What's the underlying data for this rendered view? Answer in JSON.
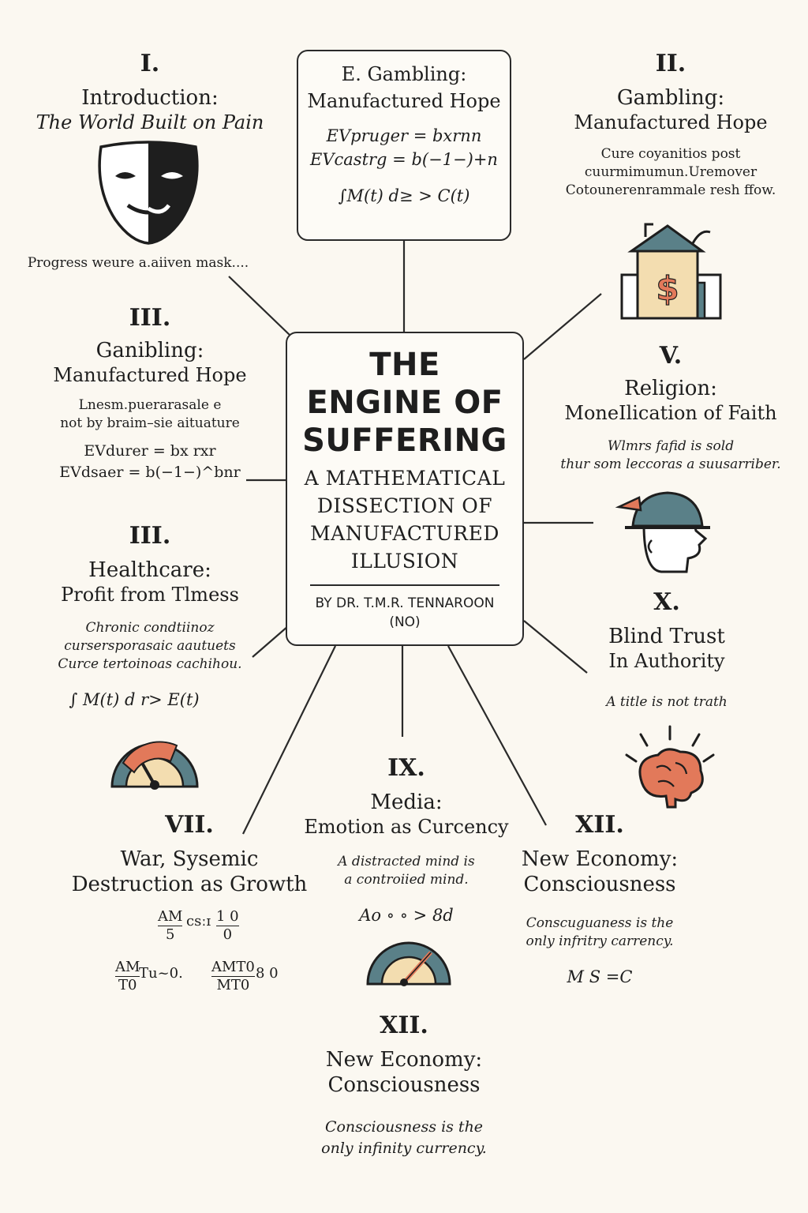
{
  "center": {
    "title_1": "THE",
    "title_2": "ENGINE OF",
    "title_3": "SUFFERING",
    "subtitle_1": "A MATHEMATICAL",
    "subtitle_2": "DISSECTION OF",
    "subtitle_3": "MANUFACTURED",
    "subtitle_4": "ILLUSION",
    "byline": "BY DR. T.M.R. TENNAROON",
    "byline_2": "(NO)"
  },
  "top_box": {
    "title": "E. Gambling:",
    "subtitle": "Manufactured Hope",
    "formula_1": "EVpruger = bxrnn",
    "formula_2": "EVcastrg = b(−1−)+n",
    "formula_3": "∫M(t) d≥ > C(t)"
  },
  "sections": {
    "intro": {
      "num": "I.",
      "title": "Introduction:",
      "subtitle": "The World Built on Pain",
      "caption": "Progress weure a.aiiven mask...."
    },
    "gambling_right": {
      "num": "II.",
      "title": "Gambling:",
      "subtitle": "Manufactured Hope",
      "text_1": "Cure coyanitios post",
      "text_2": "cuurmimumun.Uremover",
      "text_3": "Cotounerenrammale resh ffow."
    },
    "gambling_left": {
      "num": "III.",
      "title": "Ganibling:",
      "subtitle": "Manufactured Hope",
      "text_1": "Lnesm.puerarasale e",
      "text_2": "not by braim–sie aituature",
      "formula_1": "EVdurer = bx rxr",
      "formula_2": "EVdsaer = b(−1−)^bnr"
    },
    "religion": {
      "num": "V.",
      "title": "Religion:",
      "subtitle": "MoneIlication of Faith",
      "text_1": "Wlmrs fafid is sold",
      "text_2": "thur som leccoras a suusarriber."
    },
    "healthcare": {
      "num": "III.",
      "title": "Healthcare:",
      "subtitle": "Profit from Tlmess",
      "text_1": "Chronic condtiinoz",
      "text_2": "cursersporasaic aautuets",
      "text_3": "Curce tertoinoas cachihou.",
      "formula": "∫ M(t) d r> E(t)"
    },
    "blind_trust": {
      "num": "X.",
      "title": "Blind Trust",
      "subtitle": "In Authority",
      "text": "A title is not trath"
    },
    "media": {
      "num": "IX.",
      "title": "Media:",
      "subtitle": "Emotion as Curcency",
      "text_1": "A distracted mind is",
      "text_2": "a controiied mind.",
      "formula": "Ao ∘ ∘ > 8d"
    },
    "war": {
      "num": "VII.",
      "title": "War, Sysemic",
      "subtitle": "Destruction as Growth",
      "f1_num": "AM",
      "f1_mid": "csːɪ",
      "f1_den": "5",
      "f1_r_num": "1 0",
      "f1_r_den": "0",
      "f2_num": "AM",
      "f2_den": "T0",
      "f2_mid": "Tu~0.",
      "f3_num": "AMT0",
      "f3_den": "MT0",
      "f3_mid": "8 0"
    },
    "new_economy_right": {
      "num": "XII.",
      "title": "New Economy:",
      "subtitle": "Consciousness",
      "text_1": "Conscuguaness is the",
      "text_2": "only infritry carrency.",
      "formula": "M S =C"
    },
    "new_economy_bottom": {
      "num": "XII.",
      "title": "New Economy:",
      "subtitle": "Consciousness",
      "text_1": "Consciousness is the",
      "text_2": "only infinity currency."
    }
  },
  "icons": [
    "theater-mask-icon",
    "bank-dollar-icon",
    "head-with-hat-icon",
    "gauge-icon",
    "glowing-brain-icon"
  ],
  "colors": {
    "background": "#fbf8f1",
    "ink": "#1e1e1e",
    "teal": "#5a8088",
    "orange": "#e2795a",
    "cream": "#f3ddb0"
  }
}
